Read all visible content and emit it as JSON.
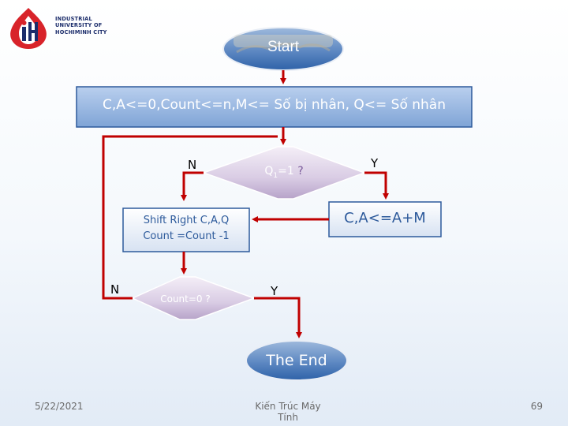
{
  "logo": {
    "line1": "INDUSTRIAL",
    "line2": "UNIVERSITY OF",
    "line3": "HOCHIMINH CITY"
  },
  "nodes": {
    "start": "Start",
    "init": "C,A<=0,Count<=n,M<= Số bị nhân, Q<= Số nhân",
    "decision_q1_main": "Q",
    "decision_q1_sub": "1",
    "decision_q1_rest": "=1",
    "decision_q1_mark": "?",
    "add": "C,A<=A+M",
    "shift_line1": "Shift Right C,A,Q",
    "shift_line2": "Count =Count -1",
    "decision_count": "Count=0 ?",
    "end": "The End"
  },
  "labels": {
    "q1_no": "N",
    "q1_yes": "Y",
    "count_no": "N",
    "count_yes": "Y"
  },
  "footer": {
    "date": "5/22/2021",
    "center": "Kiến Trúc Máy Tính",
    "page": "69"
  },
  "colors": {
    "arrow": "#c00000",
    "box_border": "#2d5a9b",
    "ellipse_fill": "#3c6fb3",
    "box_fill": "#8eb0dd"
  }
}
